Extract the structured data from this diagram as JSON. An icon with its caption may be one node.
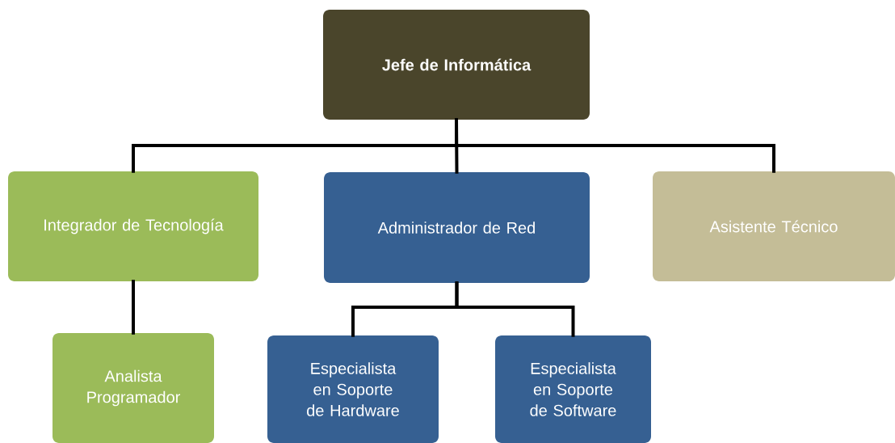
{
  "diagram": {
    "nodes": [
      {
        "text": [
          "Jefe de Informática"
        ]
      },
      {
        "text": [
          "Integrador de Tecnología"
        ]
      },
      {
        "text": [
          "Administrador de Red"
        ]
      },
      {
        "text": [
          "Asistente  Técnico"
        ]
      },
      {
        "text": [
          "Analista Programador"
        ]
      },
      {
        "text": [
          "Especialista en Soporte de Hardware"
        ]
      },
      {
        "text": [
          "Especialista en Soporte de Software"
        ]
      }
    ],
    "edges": [
      {
        "from": 0,
        "to": 1,
        "arrow": "none"
      },
      {
        "from": 0,
        "to": 2,
        "arrow": "none"
      },
      {
        "from": 0,
        "to": 3,
        "arrow": "none"
      },
      {
        "from": 1,
        "to": 4,
        "arrow": "none"
      },
      {
        "from": 2,
        "to": 5,
        "arrow": "none"
      },
      {
        "from": 2,
        "to": 6,
        "arrow": "none"
      }
    ]
  }
}
